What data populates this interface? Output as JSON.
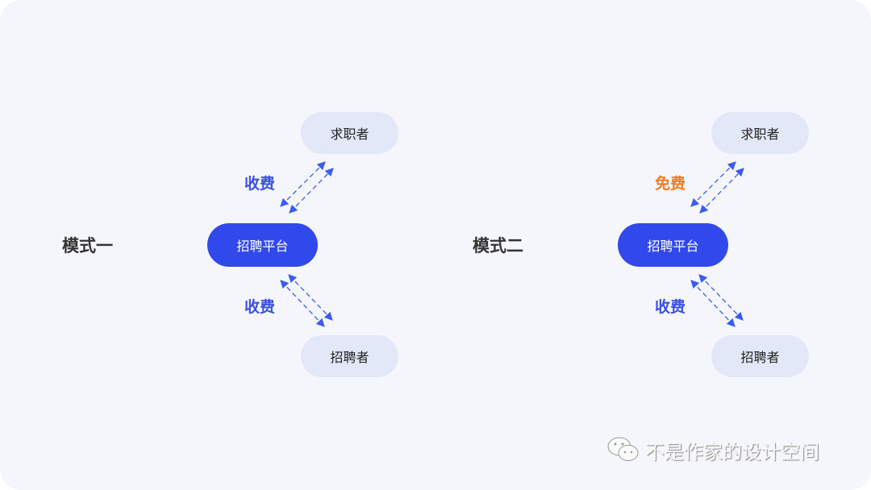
{
  "modes": [
    {
      "title": "模式一",
      "platform": "招聘平台",
      "top_node": "求职者",
      "bottom_node": "招聘者",
      "top_fee": "收费",
      "bottom_fee": "收费",
      "top_fee_color": "#3a4fe6",
      "bottom_fee_color": "#3a4fe6"
    },
    {
      "title": "模式二",
      "platform": "招聘平台",
      "top_node": "求职者",
      "bottom_node": "招聘者",
      "top_fee": "免费",
      "bottom_fee": "收费",
      "top_fee_color": "#f57a1c",
      "bottom_fee_color": "#3a4fe6"
    }
  ],
  "watermark": "不是作家的设计空间",
  "colors": {
    "accent": "#3148ea",
    "arrow": "#3a5cf0"
  }
}
